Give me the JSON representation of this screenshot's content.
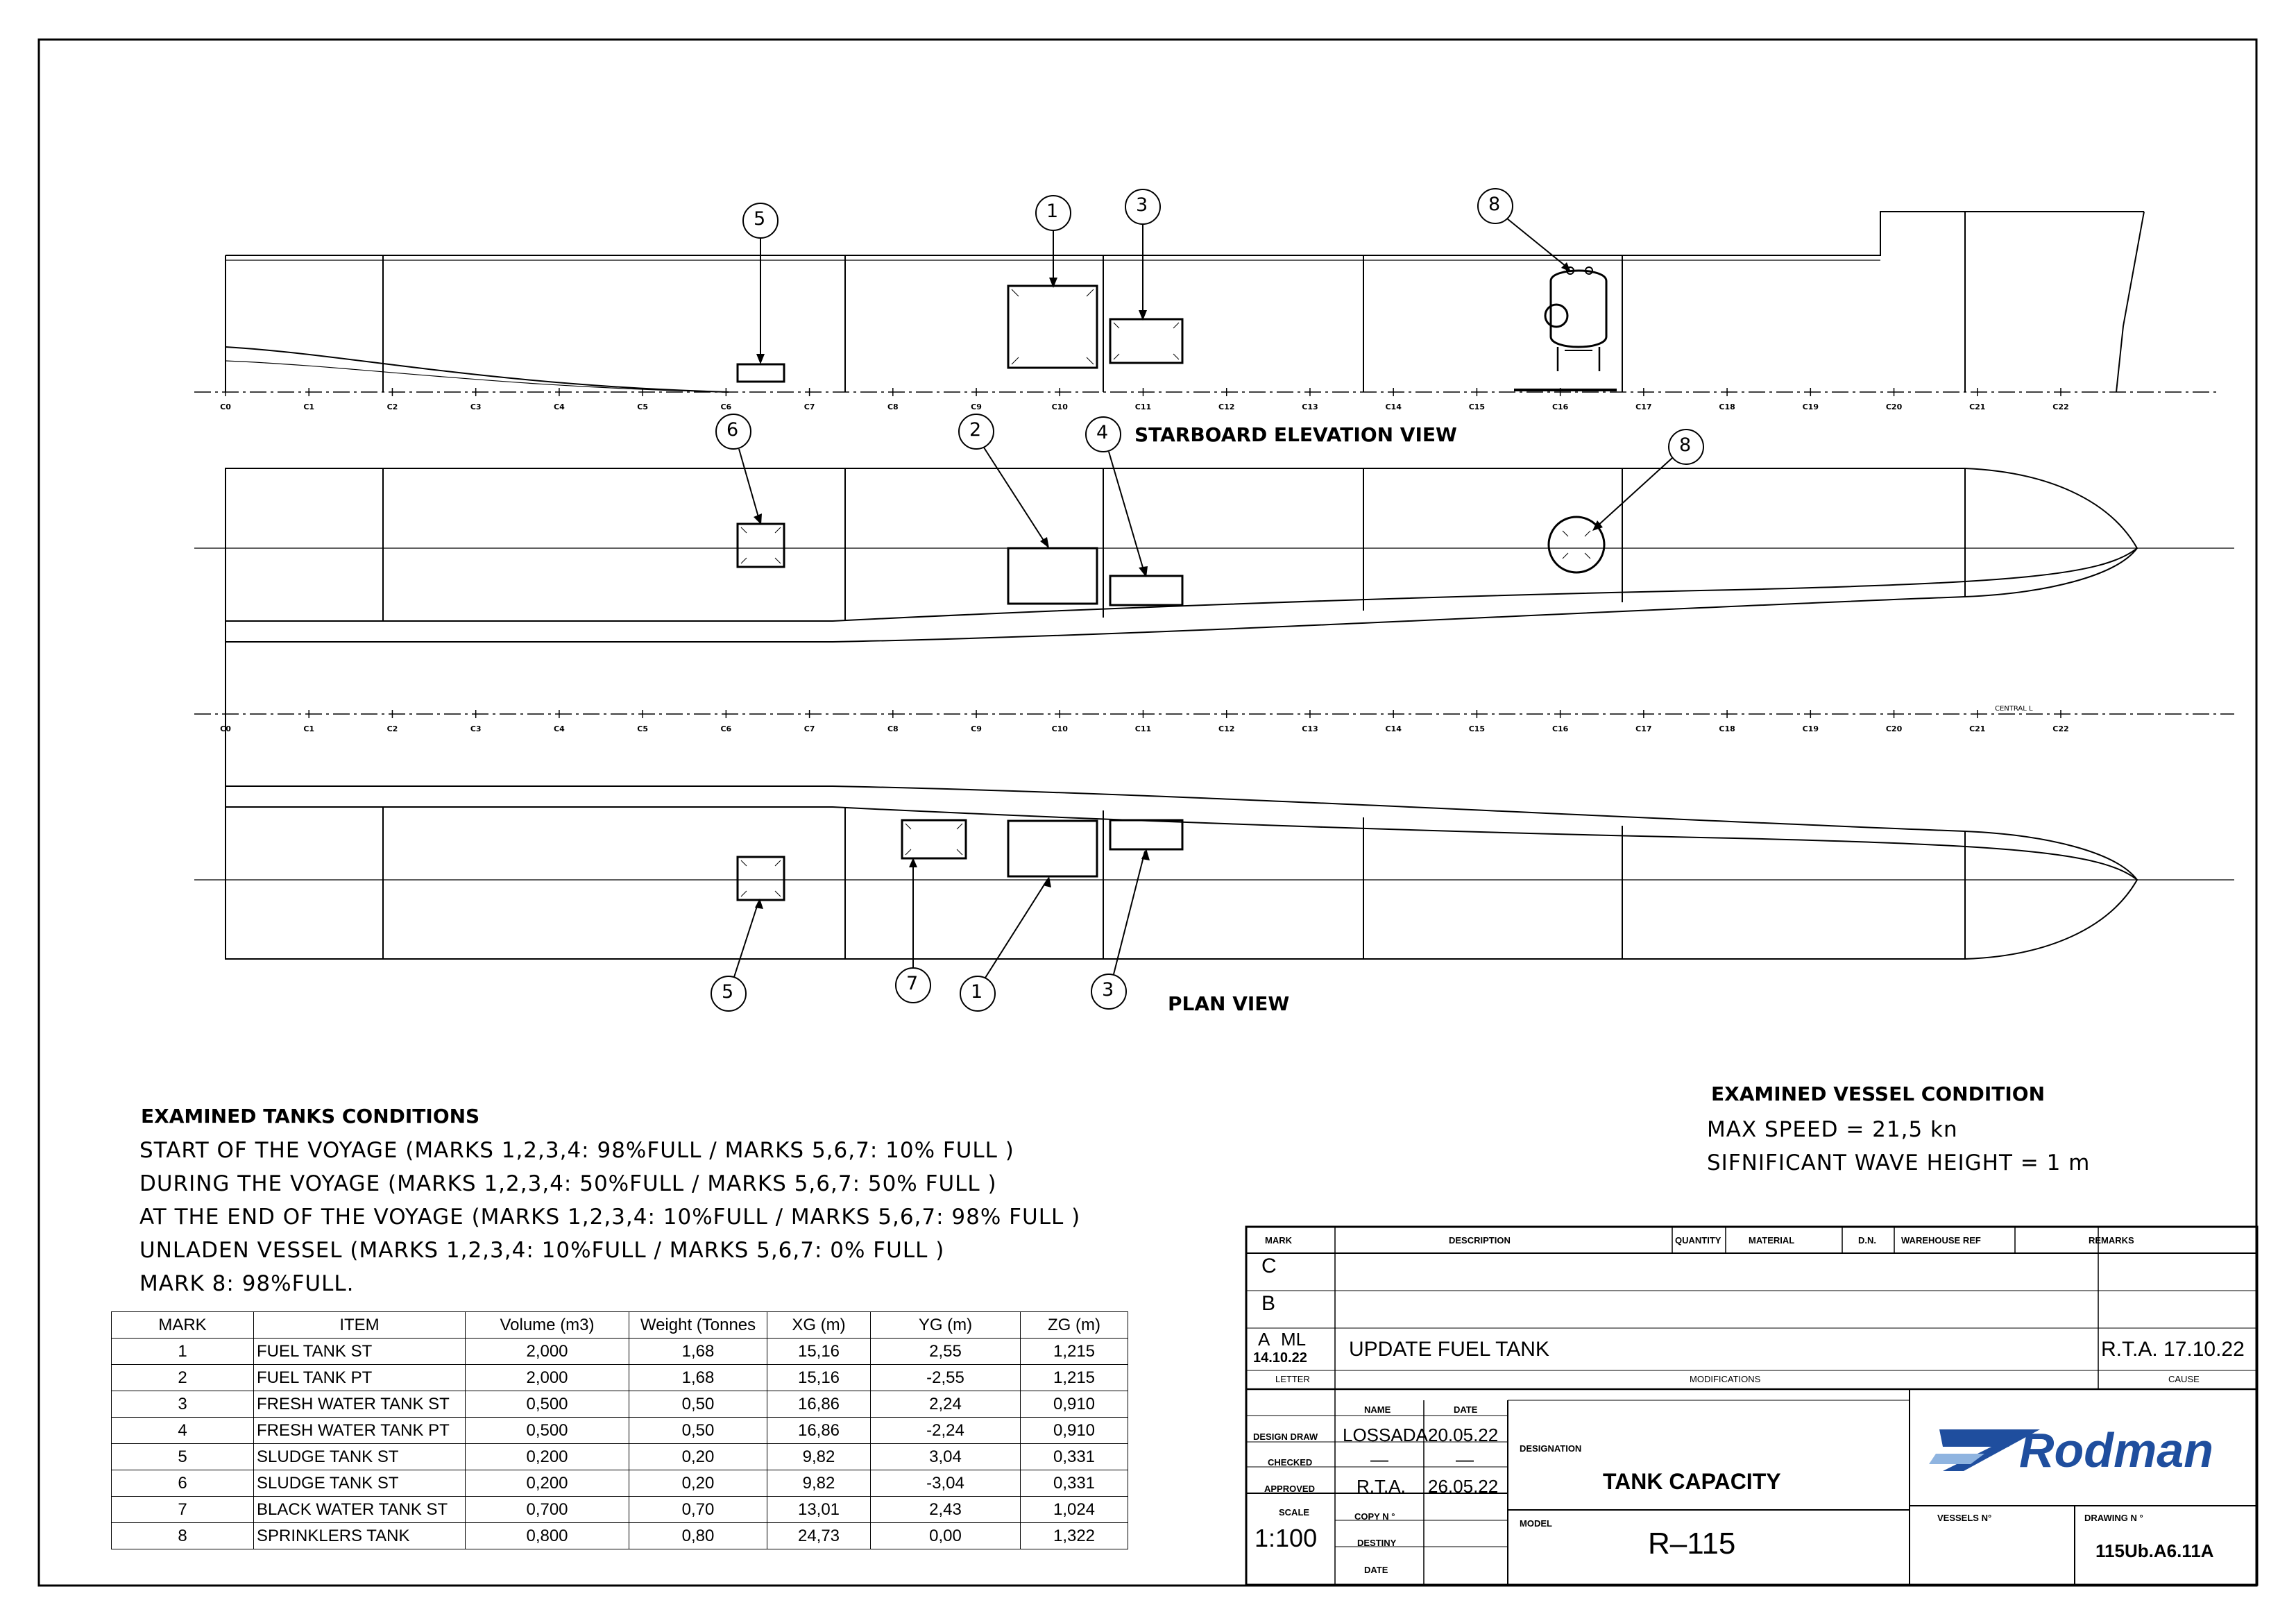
{
  "views": {
    "elevation_title": "STARBOARD ELEVATION VIEW",
    "plan_title": "PLAN VIEW",
    "central_line_label": "CENTRAL L",
    "frame_labels": [
      "C0",
      "C1",
      "C2",
      "C3",
      "C4",
      "C5",
      "C6",
      "C7",
      "C8",
      "C9",
      "C10",
      "C11",
      "C12",
      "C13",
      "C14",
      "C15",
      "C16",
      "C17",
      "C18",
      "C19",
      "C20",
      "C21",
      "C22"
    ],
    "elevation_marks": [
      "5",
      "1",
      "3",
      "8"
    ],
    "plan_upper_marks": [
      "6",
      "2",
      "4",
      "8"
    ],
    "plan_lower_marks": [
      "5",
      "7",
      "1",
      "3"
    ]
  },
  "tanks_conditions": {
    "title": "EXAMINED TANKS CONDITIONS",
    "lines": [
      "START OF THE VOYAGE (MARKS 1,2,3,4: 98%FULL / MARKS 5,6,7: 10% FULL )",
      "DURING THE VOYAGE (MARKS 1,2,3,4: 50%FULL / MARKS 5,6,7: 50% FULL )",
      "AT THE END OF THE VOYAGE (MARKS 1,2,3,4: 10%FULL / MARKS 5,6,7: 98% FULL )",
      "UNLADEN VESSEL (MARKS 1,2,3,4: 10%FULL / MARKS 5,6,7: 0% FULL )",
      "MARK 8: 98%FULL."
    ]
  },
  "vessel_condition": {
    "title": "EXAMINED VESSEL CONDITION",
    "lines": [
      "MAX SPEED = 21,5 kn",
      "SIFNIFICANT WAVE HEIGHT = 1 m"
    ]
  },
  "table": {
    "headers": [
      "MARK",
      "ITEM",
      "Volume (m3)",
      "Weight (Tonnes",
      "XG (m)",
      "YG (m)",
      "ZG (m)"
    ],
    "rows": [
      [
        "1",
        "FUEL TANK ST",
        "2,000",
        "1,68",
        "15,16",
        "2,55",
        "1,215"
      ],
      [
        "2",
        "FUEL TANK PT",
        "2,000",
        "1,68",
        "15,16",
        "-2,55",
        "1,215"
      ],
      [
        "3",
        "FRESH WATER TANK ST",
        "0,500",
        "0,50",
        "16,86",
        "2,24",
        "0,910"
      ],
      [
        "4",
        "FRESH WATER TANK PT",
        "0,500",
        "0,50",
        "16,86",
        "-2,24",
        "0,910"
      ],
      [
        "5",
        "SLUDGE TANK ST",
        "0,200",
        "0,20",
        "9,82",
        "3,04",
        "0,331"
      ],
      [
        "6",
        "SLUDGE TANK ST",
        "0,200",
        "0,20",
        "9,82",
        "-3,04",
        "0,331"
      ],
      [
        "7",
        "BLACK WATER TANK ST",
        "0,700",
        "0,70",
        "13,01",
        "2,43",
        "1,024"
      ],
      [
        "8",
        "SPRINKLERS TANK",
        "0,800",
        "0,80",
        "24,73",
        "0,00",
        "1,322"
      ]
    ]
  },
  "title_block": {
    "header_cols": [
      "MARK",
      "DESCRIPTION",
      "QUANTITY",
      "MATERIAL",
      "D.N.",
      "WAREHOUSE REF",
      "REMARKS"
    ],
    "letters": [
      "C",
      "B",
      "A"
    ],
    "rev_a_initials": "ML",
    "rev_a_date": "14.10.22",
    "rev_a_text": "UPDATE FUEL TANK",
    "rev_a_cause": "R.T.A. 17.10.22",
    "letter_label": "LETTER",
    "modifications_label": "MODIFICATIONS",
    "cause_label": "CAUSE",
    "name_label": "NAME",
    "date_label": "DATE",
    "design_draw_label": "DESIGN DRAW",
    "design_draw_name": "LOSSADA",
    "design_draw_date": "20.05.22",
    "checked_label": "CHECKED",
    "checked_name": "—",
    "checked_date": "—",
    "approved_label": "APPROVED",
    "approved_name": "R.T.A.",
    "approved_date": "26.05.22",
    "scale_label": "SCALE",
    "scale_value": "1:100",
    "copy_label": "COPY N °",
    "destiny_label": "DESTINY",
    "date2_label": "DATE",
    "designation_label": "DESIGNATION",
    "designation_value": "TANK CAPACITY",
    "model_label": "MODEL",
    "model_value": "R–115",
    "vessels_label": "VESSELS N°",
    "drawing_label": "DRAWING N °",
    "drawing_value": "115Ub.A6.11A",
    "logo_text": "Rodman"
  }
}
